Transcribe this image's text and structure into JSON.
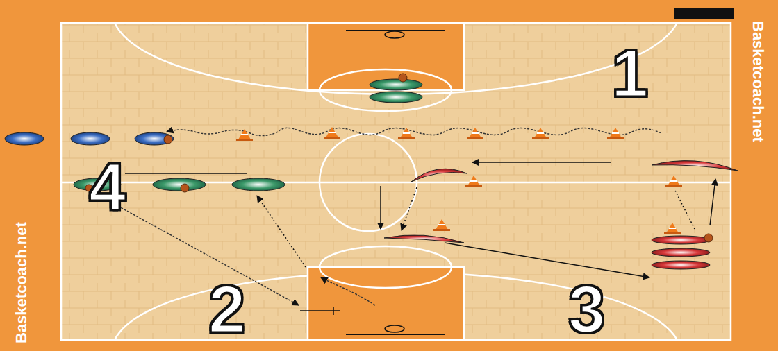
{
  "diagram": {
    "labels": [
      "1",
      "2",
      "3",
      "4",
      "Basketcoach.net",
      "Basketcoach.net"
    ]
  }
}
